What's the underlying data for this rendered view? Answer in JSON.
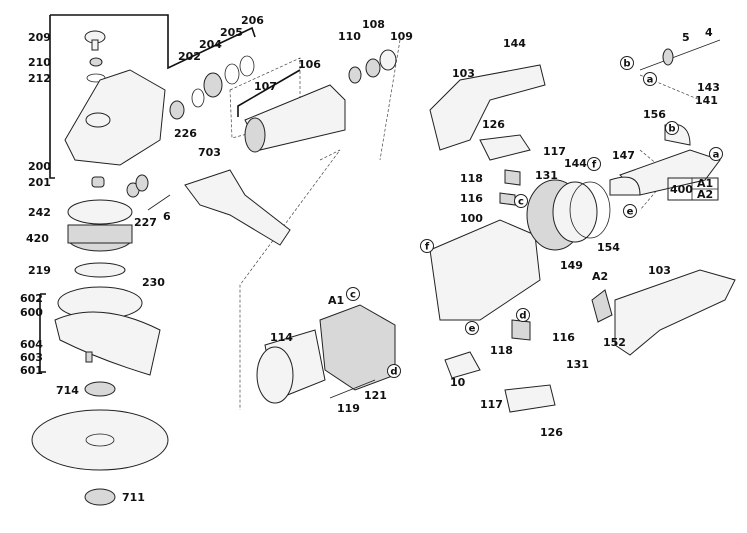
{
  "labels": [
    "209",
    "210",
    "212",
    "200",
    "201",
    "242",
    "420",
    "219",
    "230",
    "602",
    "600",
    "604",
    "603",
    "601",
    "714",
    "711",
    "202",
    "204",
    "205",
    "206",
    "226",
    "107",
    "106",
    "110",
    "108",
    "109",
    "703",
    "227",
    "6",
    "144",
    "103",
    "126",
    "117",
    "118",
    "131",
    "116",
    "144",
    "147",
    "5",
    "4",
    "143",
    "141",
    "156",
    "100",
    "154",
    "149",
    "103",
    "A2",
    "152",
    "116",
    "118",
    "131",
    "10",
    "117",
    "126",
    "114",
    "A1",
    "119",
    "121"
  ],
  "circle_refs": [
    "b",
    "a",
    "b",
    "a",
    "f",
    "e",
    "c",
    "f",
    "c",
    "e",
    "d",
    "d"
  ],
  "assembly_box": {
    "number": "400",
    "variants": [
      "A1",
      "A2"
    ]
  }
}
